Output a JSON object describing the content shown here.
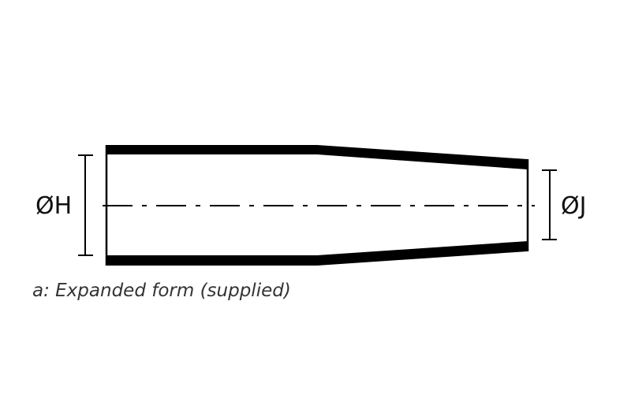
{
  "diagram": {
    "type": "technical drawing - heat shrink sleeve profile",
    "labels": {
      "dim_h": "ØH",
      "dim_j": "ØJ"
    },
    "caption": "a: Expanded form (supplied)",
    "colors": {
      "stroke": "#000000",
      "background": "#ffffff",
      "caption": "#333333"
    }
  }
}
